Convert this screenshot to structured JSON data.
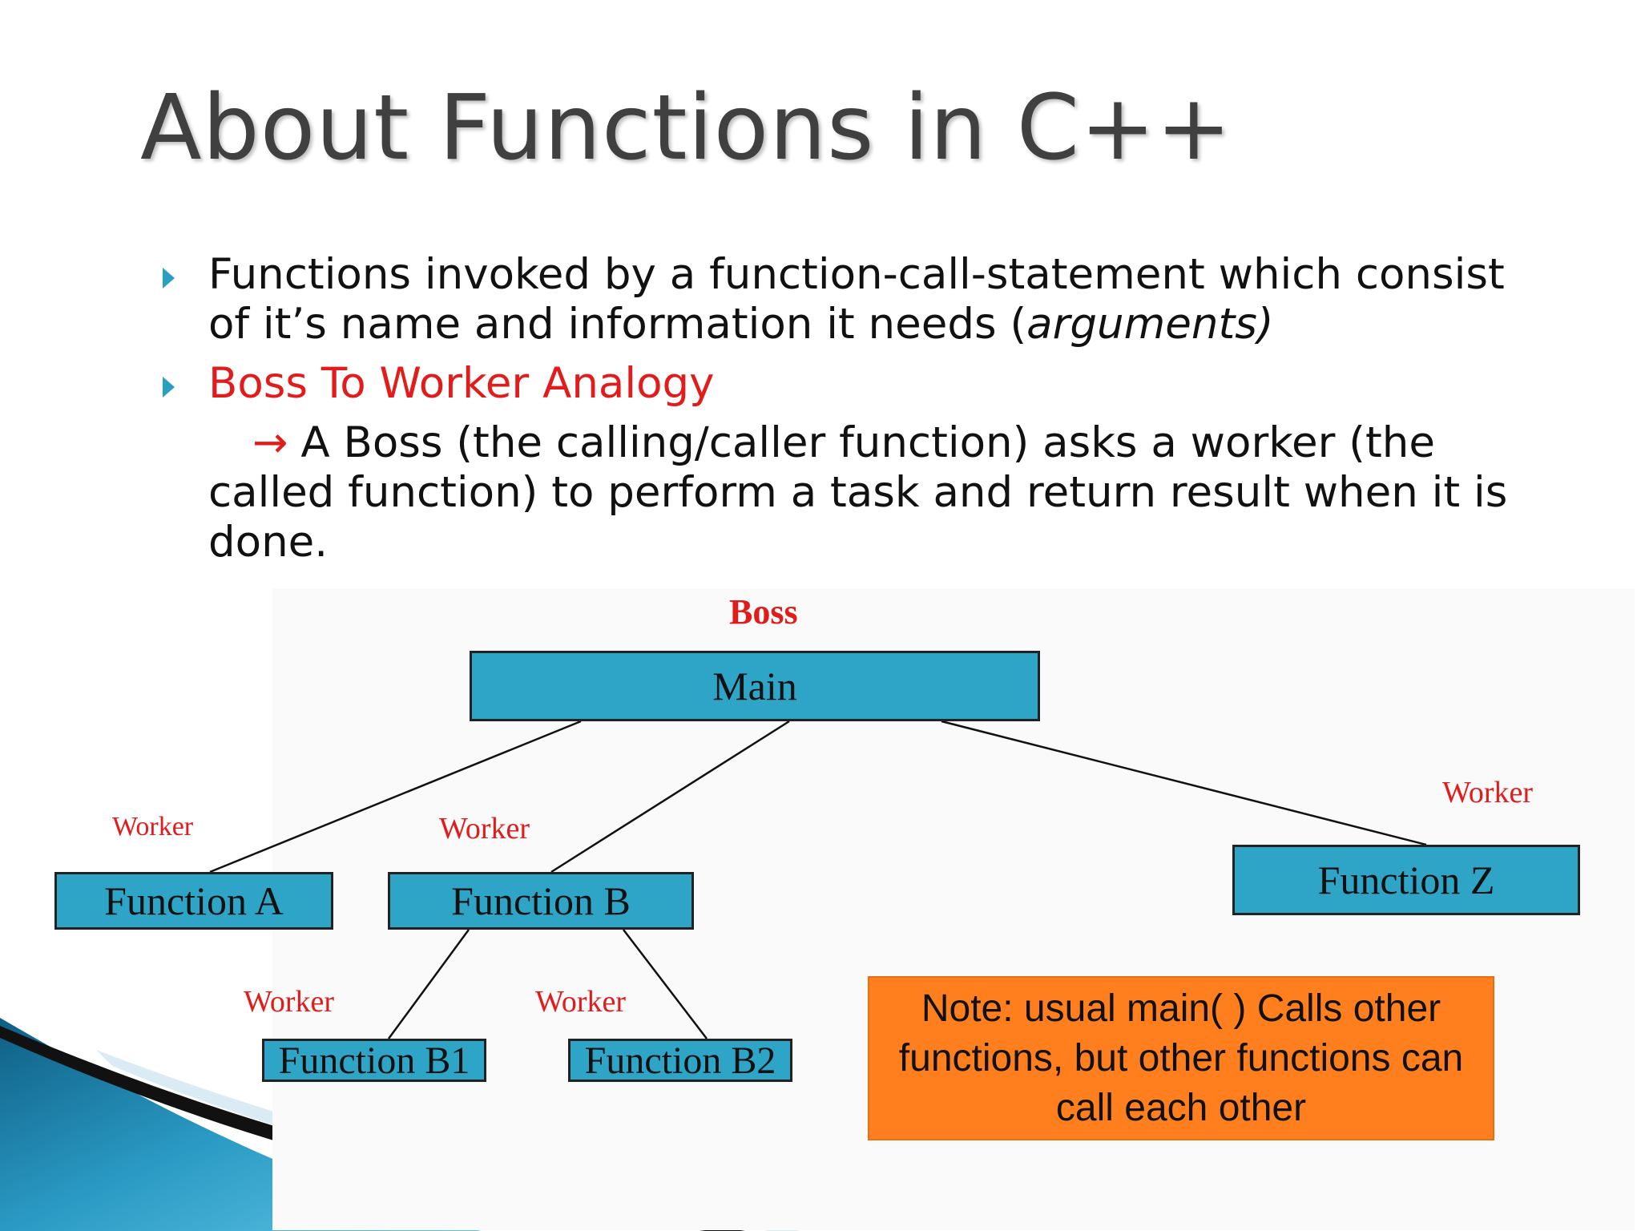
{
  "slide": {
    "title": "About Functions in C++",
    "bullet1": {
      "text": "Functions invoked by a function-call-statement which consist of it’s name and information it needs (",
      "italic": "arguments)"
    },
    "bullet2": {
      "text": "Boss To Worker Analogy"
    },
    "sub": {
      "arrow": "→",
      "text": "A Boss (the calling/caller function) asks a worker (the called function) to perform a task and return result when it is done."
    }
  },
  "diagram": {
    "boss_label": "Boss",
    "main": "Main",
    "function_a": "Function A",
    "function_b": "Function B",
    "function_z": "Function Z",
    "function_b1": "Function B1",
    "function_b2": "Function B2",
    "worker_label": "Worker",
    "note": "Note: usual main( ) Calls other functions,  but other functions can call each other"
  },
  "colors": {
    "box_fill": "#2ea5c6",
    "accent_red": "#e21b1b",
    "note_fill": "#ff7f1e",
    "bullet_marker": "#2aa0c0",
    "title_text": "#404040"
  }
}
